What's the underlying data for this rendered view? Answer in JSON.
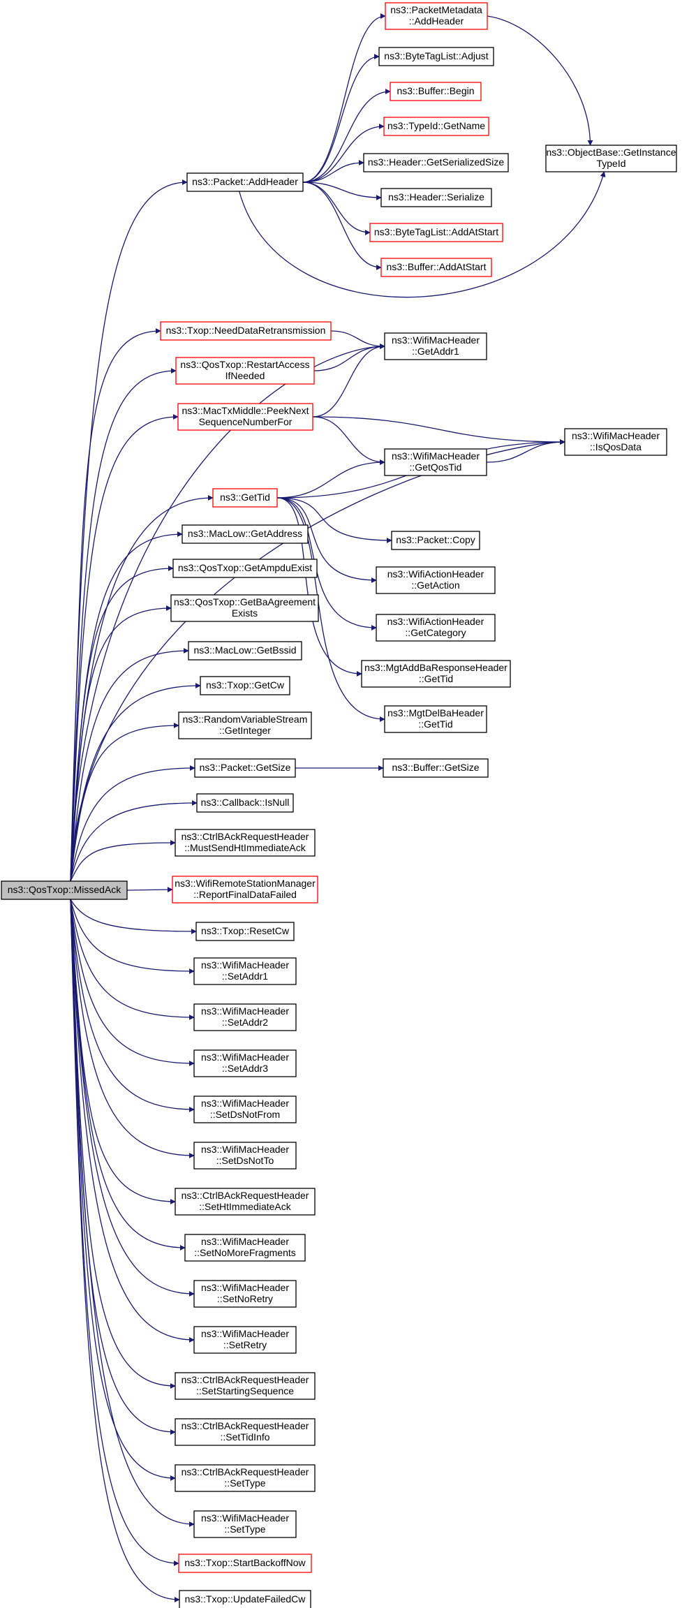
{
  "colors": {
    "edge": "#191970",
    "border": "#000000",
    "highlight_border": "#ff0000",
    "root_fill": "#bfbfbf",
    "node_fill": "#ffffff"
  },
  "nodes": [
    {
      "id": "root",
      "lines": [
        "ns3::QosTxop::MissedAck"
      ],
      "root": true
    },
    {
      "id": "packet-addheader",
      "lines": [
        "ns3::Packet::AddHeader"
      ]
    },
    {
      "id": "packetmetadata-addheader",
      "lines": [
        "ns3::PacketMetadata",
        "::AddHeader"
      ],
      "red": true
    },
    {
      "id": "bytetaglist-adjust",
      "lines": [
        "ns3::ByteTagList::Adjust"
      ]
    },
    {
      "id": "buffer-begin",
      "lines": [
        "ns3::Buffer::Begin"
      ],
      "red": true
    },
    {
      "id": "typeid-getname",
      "lines": [
        "ns3::TypeId::GetName"
      ],
      "red": true
    },
    {
      "id": "header-getserializedsize",
      "lines": [
        "ns3::Header::GetSerializedSize"
      ]
    },
    {
      "id": "header-serialize",
      "lines": [
        "ns3::Header::Serialize"
      ]
    },
    {
      "id": "bytetaglist-addatstart",
      "lines": [
        "ns3::ByteTagList::AddAtStart"
      ],
      "red": true
    },
    {
      "id": "buffer-addatstart",
      "lines": [
        "ns3::Buffer::AddAtStart"
      ],
      "red": true
    },
    {
      "id": "objectbase-getinstancetypeid",
      "lines": [
        "ns3::ObjectBase::GetInstance",
        "TypeId"
      ]
    },
    {
      "id": "txop-needdataretransmission",
      "lines": [
        "ns3::Txop::NeedDataRetransmission"
      ],
      "red": true
    },
    {
      "id": "wifimacheader-getaddr1",
      "lines": [
        "ns3::WifiMacHeader",
        "::GetAddr1"
      ]
    },
    {
      "id": "qostxop-restartaccessifneeded",
      "lines": [
        "ns3::QosTxop::RestartAccess",
        "IfNeeded"
      ],
      "red": true
    },
    {
      "id": "mactxmiddle-peeknextsequencenumberfor",
      "lines": [
        "ns3::MacTxMiddle::PeekNext",
        "SequenceNumberFor"
      ],
      "red": true
    },
    {
      "id": "wifimacheader-isqosdata",
      "lines": [
        "ns3::WifiMacHeader",
        "::IsQosData"
      ]
    },
    {
      "id": "wifimacheader-getqostid",
      "lines": [
        "ns3::WifiMacHeader",
        "::GetQosTid"
      ]
    },
    {
      "id": "gettid",
      "lines": [
        "ns3::GetTid"
      ],
      "red": true
    },
    {
      "id": "packet-copy",
      "lines": [
        "ns3::Packet::Copy"
      ]
    },
    {
      "id": "maclow-getaddress",
      "lines": [
        "ns3::MacLow::GetAddress"
      ]
    },
    {
      "id": "wifiactionheader-getaction",
      "lines": [
        "ns3::WifiActionHeader",
        "::GetAction"
      ]
    },
    {
      "id": "qostxop-getampduexist",
      "lines": [
        "ns3::QosTxop::GetAmpduExist"
      ]
    },
    {
      "id": "wifiactionheader-getcategory",
      "lines": [
        "ns3::WifiActionHeader",
        "::GetCategory"
      ]
    },
    {
      "id": "qostxop-getbaagreementexists",
      "lines": [
        "ns3::QosTxop::GetBaAgreement",
        "Exists"
      ]
    },
    {
      "id": "mgtaddbaresponseheader-gettid",
      "lines": [
        "ns3::MgtAddBaResponseHeader",
        "::GetTid"
      ]
    },
    {
      "id": "maclow-getbssid",
      "lines": [
        "ns3::MacLow::GetBssid"
      ]
    },
    {
      "id": "txop-getcw",
      "lines": [
        "ns3::Txop::GetCw"
      ]
    },
    {
      "id": "mgtdelbaheader-gettid",
      "lines": [
        "ns3::MgtDelBaHeader",
        "::GetTid"
      ]
    },
    {
      "id": "randomvariablestream-getinteger",
      "lines": [
        "ns3::RandomVariableStream",
        "::GetInteger"
      ]
    },
    {
      "id": "packet-getsize",
      "lines": [
        "ns3::Packet::GetSize"
      ]
    },
    {
      "id": "buffer-getsize",
      "lines": [
        "ns3::Buffer::GetSize"
      ]
    },
    {
      "id": "callback-isnull",
      "lines": [
        "ns3::Callback::IsNull"
      ]
    },
    {
      "id": "ctrlbackrequestheader-mustsendhtimmediateack",
      "lines": [
        "ns3::CtrlBAckRequestHeader",
        "::MustSendHtImmediateAck"
      ]
    },
    {
      "id": "wifiremotestationmanager-reportfinaldatafailed",
      "lines": [
        "ns3::WifiRemoteStationManager",
        "::ReportFinalDataFailed"
      ],
      "red": true
    },
    {
      "id": "txop-resetcw",
      "lines": [
        "ns3::Txop::ResetCw"
      ]
    },
    {
      "id": "wifimacheader-setaddr1",
      "lines": [
        "ns3::WifiMacHeader",
        "::SetAddr1"
      ]
    },
    {
      "id": "wifimacheader-setaddr2",
      "lines": [
        "ns3::WifiMacHeader",
        "::SetAddr2"
      ]
    },
    {
      "id": "wifimacheader-setaddr3",
      "lines": [
        "ns3::WifiMacHeader",
        "::SetAddr3"
      ]
    },
    {
      "id": "wifimacheader-setdsnotfrom",
      "lines": [
        "ns3::WifiMacHeader",
        "::SetDsNotFrom"
      ]
    },
    {
      "id": "wifimacheader-setdsnotto",
      "lines": [
        "ns3::WifiMacHeader",
        "::SetDsNotTo"
      ]
    },
    {
      "id": "ctrlbackrequestheader-sethtimmediateack",
      "lines": [
        "ns3::CtrlBAckRequestHeader",
        "::SetHtImmediateAck"
      ]
    },
    {
      "id": "wifimacheader-setnomorefragments",
      "lines": [
        "ns3::WifiMacHeader",
        "::SetNoMoreFragments"
      ]
    },
    {
      "id": "wifimacheader-setnoretry",
      "lines": [
        "ns3::WifiMacHeader",
        "::SetNoRetry"
      ]
    },
    {
      "id": "wifimacheader-setretry",
      "lines": [
        "ns3::WifiMacHeader",
        "::SetRetry"
      ]
    },
    {
      "id": "ctrlbackrequestheader-setstartingsequence",
      "lines": [
        "ns3::CtrlBAckRequestHeader",
        "::SetStartingSequence"
      ]
    },
    {
      "id": "ctrlbackrequestheader-settidinfo",
      "lines": [
        "ns3::CtrlBAckRequestHeader",
        "::SetTidInfo"
      ]
    },
    {
      "id": "ctrlbackrequestheader-settype",
      "lines": [
        "ns3::CtrlBAckRequestHeader",
        "::SetType"
      ]
    },
    {
      "id": "wifimacheader-settype",
      "lines": [
        "ns3::WifiMacHeader",
        "::SetType"
      ]
    },
    {
      "id": "txop-startbackoffnow",
      "lines": [
        "ns3::Txop::StartBackoffNow"
      ],
      "red": true
    },
    {
      "id": "txop-updatefailedcw",
      "lines": [
        "ns3::Txop::UpdateFailedCw"
      ]
    }
  ],
  "edges": [
    [
      "root",
      "packet-addheader"
    ],
    [
      "root",
      "wifimacheader-getaddr1"
    ],
    [
      "root",
      "txop-needdataretransmission"
    ],
    [
      "root",
      "qostxop-restartaccessifneeded"
    ],
    [
      "root",
      "mactxmiddle-peeknextsequencenumberfor"
    ],
    [
      "root",
      "wifimacheader-isqosdata"
    ],
    [
      "root",
      "gettid"
    ],
    [
      "root",
      "maclow-getaddress"
    ],
    [
      "root",
      "qostxop-getampduexist"
    ],
    [
      "root",
      "qostxop-getbaagreementexists"
    ],
    [
      "root",
      "maclow-getbssid"
    ],
    [
      "root",
      "txop-getcw"
    ],
    [
      "root",
      "randomvariablestream-getinteger"
    ],
    [
      "root",
      "packet-getsize"
    ],
    [
      "root",
      "callback-isnull"
    ],
    [
      "root",
      "ctrlbackrequestheader-mustsendhtimmediateack"
    ],
    [
      "root",
      "wifiremotestationmanager-reportfinaldatafailed"
    ],
    [
      "root",
      "txop-resetcw"
    ],
    [
      "root",
      "wifimacheader-setaddr1"
    ],
    [
      "root",
      "wifimacheader-setaddr2"
    ],
    [
      "root",
      "wifimacheader-setaddr3"
    ],
    [
      "root",
      "wifimacheader-setdsnotfrom"
    ],
    [
      "root",
      "wifimacheader-setdsnotto"
    ],
    [
      "root",
      "ctrlbackrequestheader-sethtimmediateack"
    ],
    [
      "root",
      "wifimacheader-setnomorefragments"
    ],
    [
      "root",
      "wifimacheader-setnoretry"
    ],
    [
      "root",
      "wifimacheader-setretry"
    ],
    [
      "root",
      "ctrlbackrequestheader-setstartingsequence"
    ],
    [
      "root",
      "ctrlbackrequestheader-settidinfo"
    ],
    [
      "root",
      "ctrlbackrequestheader-settype"
    ],
    [
      "root",
      "wifimacheader-settype"
    ],
    [
      "root",
      "txop-startbackoffnow"
    ],
    [
      "root",
      "txop-updatefailedcw"
    ],
    [
      "packet-addheader",
      "packetmetadata-addheader"
    ],
    [
      "packet-addheader",
      "bytetaglist-adjust"
    ],
    [
      "packet-addheader",
      "buffer-begin"
    ],
    [
      "packet-addheader",
      "typeid-getname"
    ],
    [
      "packet-addheader",
      "header-getserializedsize"
    ],
    [
      "packet-addheader",
      "header-serialize"
    ],
    [
      "packet-addheader",
      "bytetaglist-addatstart"
    ],
    [
      "packet-addheader",
      "buffer-addatstart"
    ],
    [
      "packet-addheader",
      "objectbase-getinstancetypeid"
    ],
    [
      "packetmetadata-addheader",
      "objectbase-getinstancetypeid"
    ],
    [
      "txop-needdataretransmission",
      "wifimacheader-getaddr1"
    ],
    [
      "qostxop-restartaccessifneeded",
      "wifimacheader-getaddr1"
    ],
    [
      "mactxmiddle-peeknextsequencenumberfor",
      "wifimacheader-getaddr1"
    ],
    [
      "mactxmiddle-peeknextsequencenumberfor",
      "wifimacheader-isqosdata"
    ],
    [
      "mactxmiddle-peeknextsequencenumberfor",
      "wifimacheader-getqostid"
    ],
    [
      "wifimacheader-getqostid",
      "wifimacheader-isqosdata"
    ],
    [
      "gettid",
      "wifimacheader-getqostid"
    ],
    [
      "gettid",
      "wifimacheader-isqosdata"
    ],
    [
      "gettid",
      "packet-copy"
    ],
    [
      "gettid",
      "wifiactionheader-getaction"
    ],
    [
      "gettid",
      "wifiactionheader-getcategory"
    ],
    [
      "gettid",
      "mgtaddbaresponseheader-gettid"
    ],
    [
      "gettid",
      "mgtdelbaheader-gettid"
    ],
    [
      "packet-getsize",
      "buffer-getsize"
    ]
  ]
}
